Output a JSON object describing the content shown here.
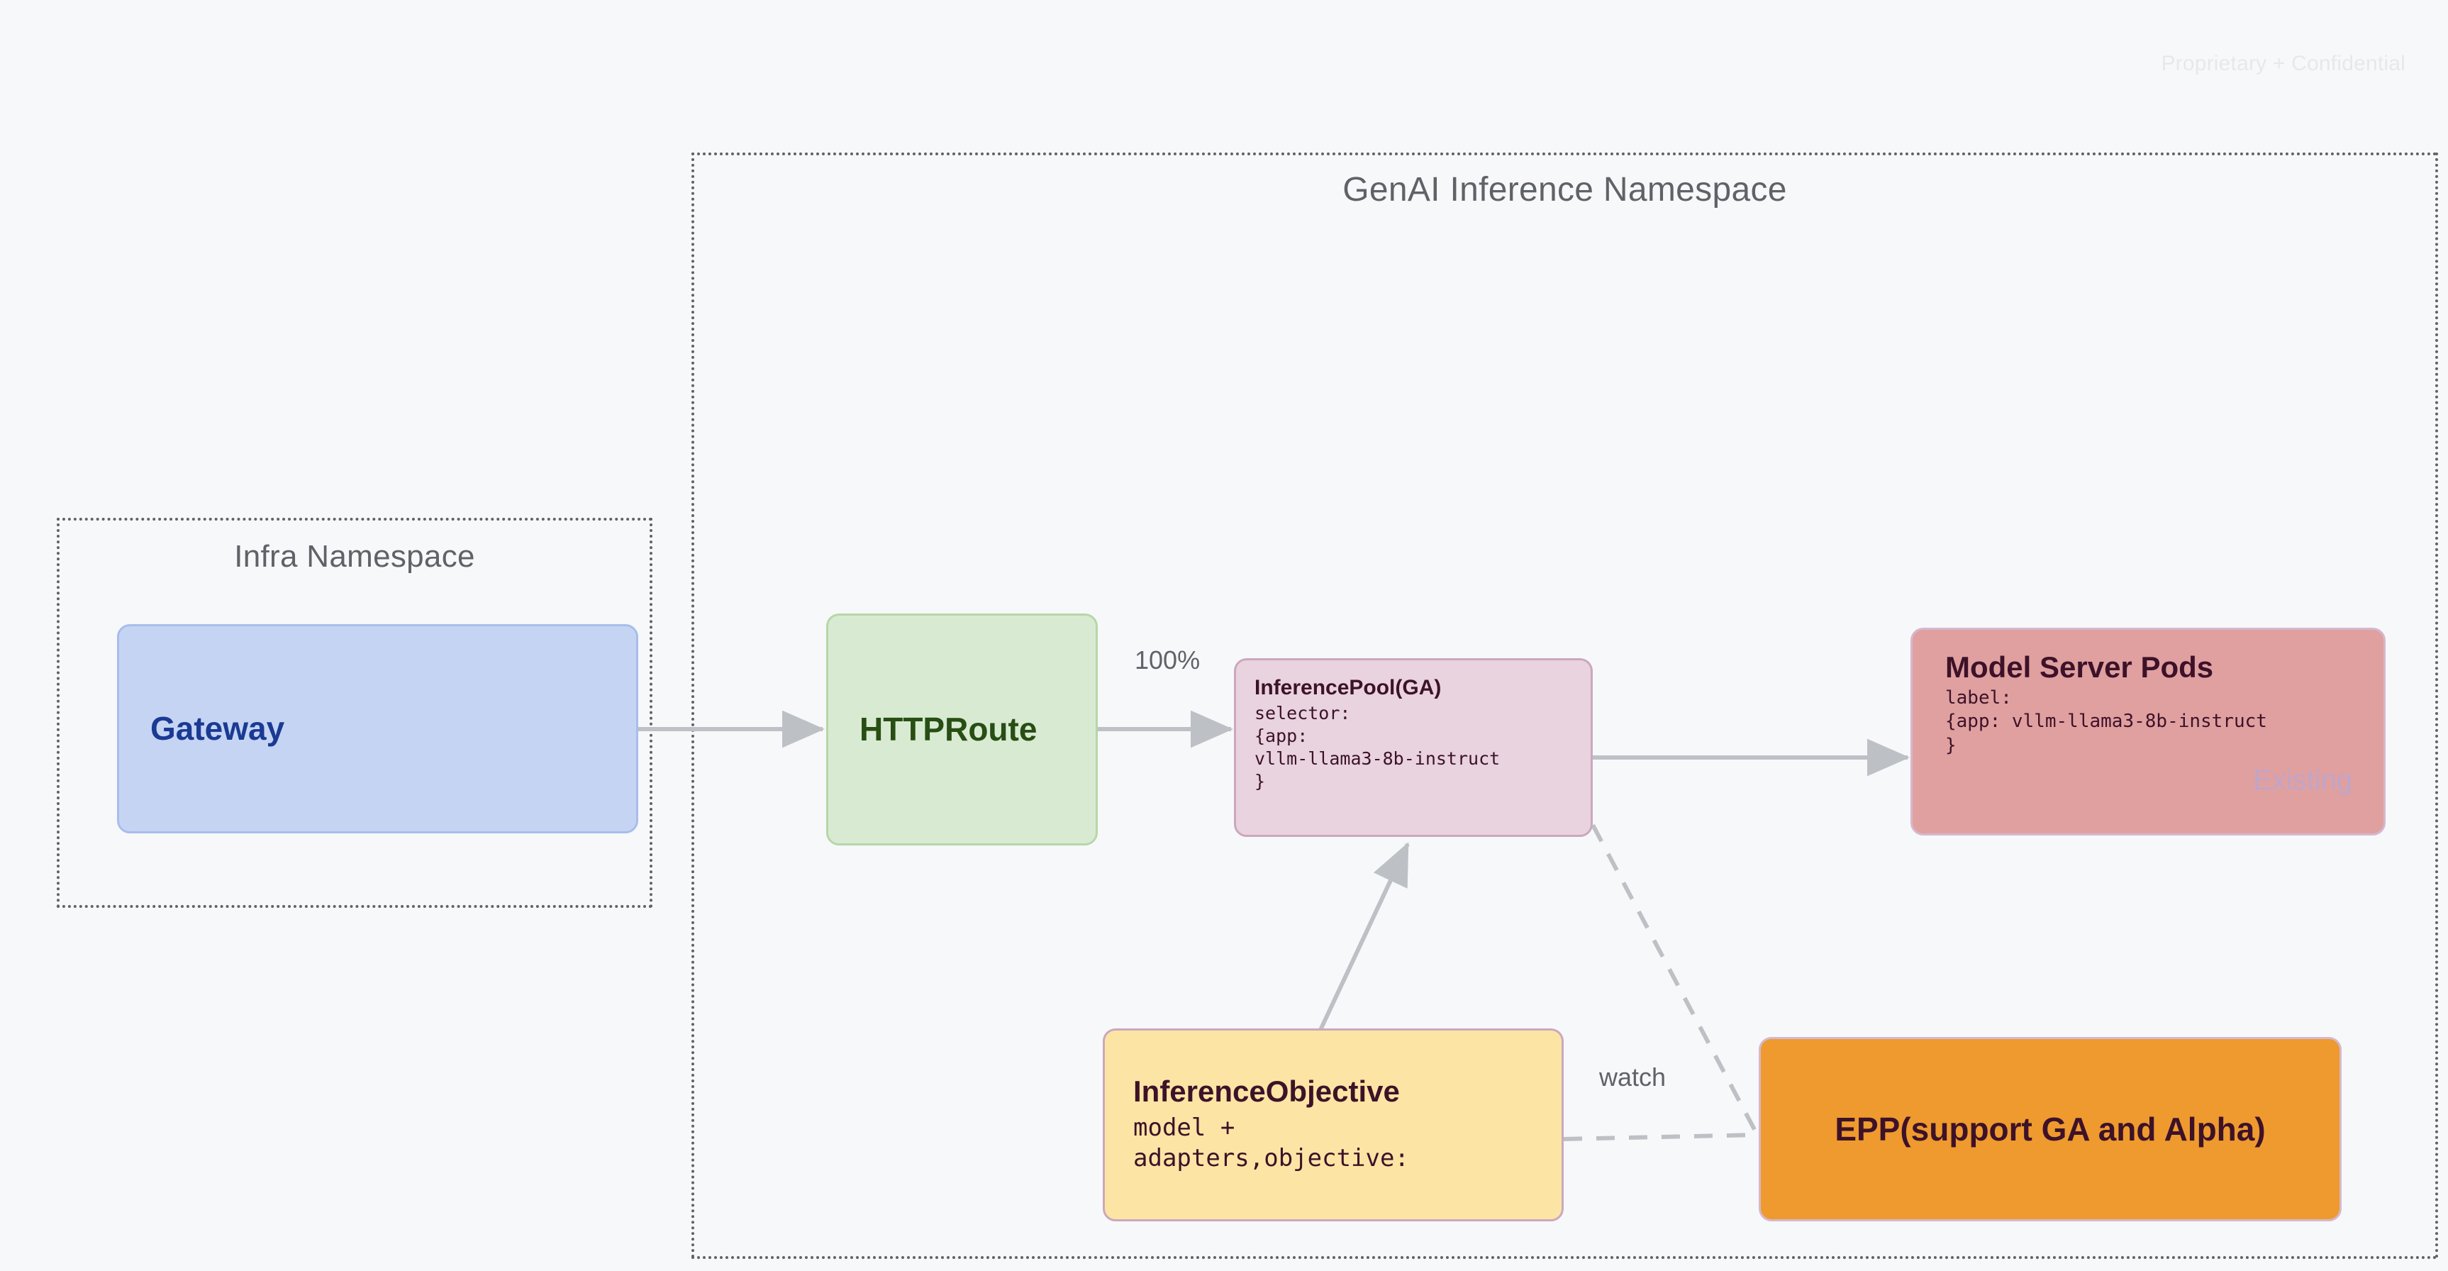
{
  "page": {
    "watermark": "Proprietary + Confidential",
    "background_color": "#f7f8fa"
  },
  "namespaces": [
    {
      "id": "infra",
      "title": "Infra Namespace"
    },
    {
      "id": "genai",
      "title": "GenAI Inference Namespace"
    }
  ],
  "nodes": {
    "gateway": {
      "title": "Gateway",
      "fill": "#c6d4f4",
      "text_color": "#1a3a93"
    },
    "httproute": {
      "title": "HTTPRoute",
      "fill": "#d9ead3",
      "text_color": "#274e13"
    },
    "inferencepool": {
      "title": "InferencePool(GA)",
      "code": "selector:\n{app:\nvllm-llama3-8b-instruct\n}",
      "fill": "#e8d3de",
      "text_color": "#3d1229"
    },
    "modelserver": {
      "title": "Model Server Pods",
      "code": "label:\n{app: vllm-llama3-8b-instruct\n}",
      "badge": "Existing",
      "fill": "#e0a0a0",
      "text_color": "#3d1229",
      "badge_color": "#bfa5c9"
    },
    "inferenceobjective": {
      "title": "InferenceObjective",
      "code": "model +\nadapters,objective:",
      "fill": "#fce5a4",
      "text_color": "#3d1229"
    },
    "epp": {
      "title": "EPP(support GA and Alpha)",
      "fill": "#ef9a2e",
      "text_color": "#3d1229"
    }
  },
  "edges": [
    {
      "id": "gateway-to-httproute",
      "label": "",
      "style": "solid"
    },
    {
      "id": "httproute-to-inferencepool",
      "label": "100%",
      "style": "solid"
    },
    {
      "id": "inferencepool-to-modelserver",
      "label": "",
      "style": "solid"
    },
    {
      "id": "inferenceobjective-to-inferencepool",
      "label": "",
      "style": "solid"
    },
    {
      "id": "inferencepool-to-epp",
      "label": "",
      "style": "dashed"
    },
    {
      "id": "inferenceobjective-to-epp",
      "label": "watch",
      "style": "dashed"
    }
  ],
  "edge_labels": {
    "traffic_weight": "100%",
    "watch": "watch"
  }
}
